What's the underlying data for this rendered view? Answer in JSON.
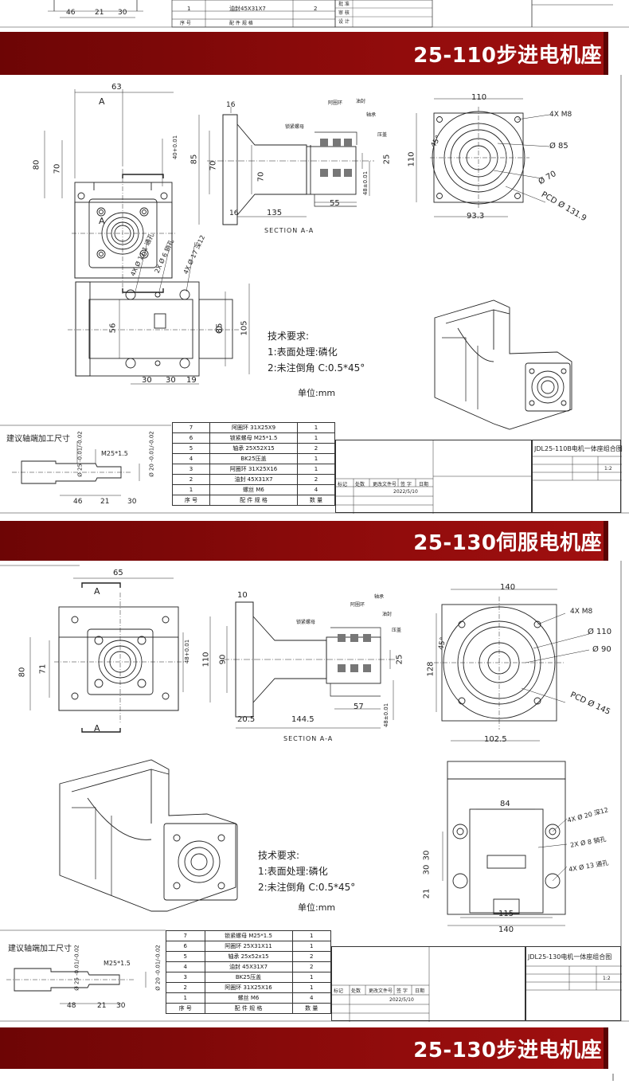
{
  "top_strip": {
    "dims": [
      "46",
      "21",
      "30"
    ],
    "bom_row": {
      "no": "1",
      "name": "油封45X31X7",
      "qty": "2"
    },
    "header": {
      "no": "序 号",
      "name": "配 件 规 格"
    },
    "title_block": [
      "批 准",
      "审 核",
      "设 计"
    ]
  },
  "banners": {
    "b1": "25-110步进电机座",
    "b2": "25-130伺服电机座",
    "b3": "25-130步进电机座"
  },
  "sheet1": {
    "front_dims": {
      "w": "63",
      "h1": "80",
      "h2": "70",
      "section_mark": "A",
      "bore": "40+0.01"
    },
    "section_dims": {
      "a": "16",
      "b": "85",
      "c": "70",
      "d": "70",
      "e": "135",
      "f": "55",
      "g": "25",
      "h": "48±0.01",
      "i": "16"
    },
    "section_labels": [
      "阿圈环",
      "油封",
      "轴承",
      "锁紧螺母",
      "压盖"
    ],
    "section_caption": "SECTION A-A",
    "side_dims": {
      "w": "110",
      "h": "110",
      "bolts": "4X M8",
      "d1": "Ø 85",
      "d2": "Ø 70",
      "pcd": "PCD Ø 131.9",
      "off": "93.3",
      "angle": "45°"
    },
    "bottom_dims": {
      "a": "56",
      "b": "85",
      "c": "105",
      "d1": "30",
      "d2": "30",
      "d3": "19",
      "holes1": "4X Ø 11.1 通孔",
      "holes2": "2X Ø 6 销孔",
      "holes3": "4X Ø 17 深12"
    },
    "tech": {
      "title": "技术要求:",
      "line1": "1:表面处理:磷化",
      "line2": "2:未注倒角 C:0.5*45°",
      "unit": "单位:mm"
    },
    "shaft": {
      "title": "建议轴端加工尺寸",
      "thread": "M25*1.5",
      "d1": "Ø 25 -0.01/-0.02",
      "d2": "Ø 20 -0.01/-0.02",
      "l1": "46",
      "l2": "21",
      "l3": "30"
    },
    "bom": [
      {
        "no": "7",
        "name": "阿圈环 31X25X9",
        "qty": "1"
      },
      {
        "no": "6",
        "name": "锁紧螺母 M25*1.5",
        "qty": "1"
      },
      {
        "no": "5",
        "name": "轴承 25X52X15",
        "qty": "2"
      },
      {
        "no": "4",
        "name": "BK25压盖",
        "qty": "1"
      },
      {
        "no": "3",
        "name": "阿圈环 31X25X16",
        "qty": "1"
      },
      {
        "no": "2",
        "name": "油封 45X31X7",
        "qty": "2"
      },
      {
        "no": "1",
        "name": "螺丝 M6",
        "qty": "4"
      }
    ],
    "bom_header": {
      "no": "序 号",
      "name": "配 件 规 格",
      "qty": "数 量"
    },
    "title_block": {
      "code": "JDL25-110B电机一体座组合图",
      "scale": "1:2",
      "date": "2022/5/10",
      "mark": "标记",
      "count": "处数",
      "doc": "更改文件号",
      "sign": "签 字",
      "dt": "日期"
    }
  },
  "sheet2": {
    "front_dims": {
      "w": "65",
      "h1": "80",
      "h2": "71",
      "bore": "48+0.01",
      "section_mark": "A"
    },
    "section_dims": {
      "a": "10",
      "b": "110",
      "c": "90",
      "e": "144.5",
      "f": "57",
      "g": "25",
      "h": "48±0.01",
      "i": "20.5"
    },
    "section_labels": [
      "阿圈环",
      "轴承",
      "油封",
      "锁紧螺母",
      "压盖"
    ],
    "section_caption": "SECTION A-A",
    "side_dims": {
      "w": "140",
      "h": "128",
      "bolts": "4X M8",
      "d1": "Ø 110",
      "d2": "Ø 90",
      "pcd": "PCD Ø 145",
      "off": "102.5",
      "angle": "45°"
    },
    "bottom_dims": {
      "a": "84",
      "b": "140",
      "c": "115",
      "d1": "30",
      "d2": "30",
      "d3": "21",
      "holes1": "4X Ø 20 深12",
      "holes2": "2X Ø 8 销孔",
      "holes3": "4X Ø 13 通孔"
    },
    "tech": {
      "title": "技术要求:",
      "line1": "1:表面处理:磷化",
      "line2": "2:未注倒角 C:0.5*45°",
      "unit": "单位:mm"
    },
    "shaft": {
      "title": "建议轴端加工尺寸",
      "thread": "M25*1.5",
      "d1": "Ø 25 -0.01/-0.02",
      "d2": "Ø 20 -0.01/-0.02",
      "l1": "48",
      "l2": "21",
      "l3": "30"
    },
    "bom": [
      {
        "no": "7",
        "name": "锁紧螺母 M25*1.5",
        "qty": "1"
      },
      {
        "no": "6",
        "name": "阿圈环 25X31X11",
        "qty": "1"
      },
      {
        "no": "5",
        "name": "轴承 25x52x15",
        "qty": "2"
      },
      {
        "no": "4",
        "name": "油封 45X31X7",
        "qty": "2"
      },
      {
        "no": "3",
        "name": "BK25压盖",
        "qty": "1"
      },
      {
        "no": "2",
        "name": "阿圈环 31X25X16",
        "qty": "1"
      },
      {
        "no": "1",
        "name": "螺丝 M6",
        "qty": "4"
      }
    ],
    "bom_header": {
      "no": "序 号",
      "name": "配 件 规 格",
      "qty": "数 量"
    },
    "title_block": {
      "code": "JDL25-130电机一体座组合图",
      "scale": "1:2",
      "date": "2022/5/10",
      "mark": "标记",
      "count": "处数",
      "doc": "更改文件号",
      "sign": "签 字",
      "dt": "日期"
    }
  }
}
